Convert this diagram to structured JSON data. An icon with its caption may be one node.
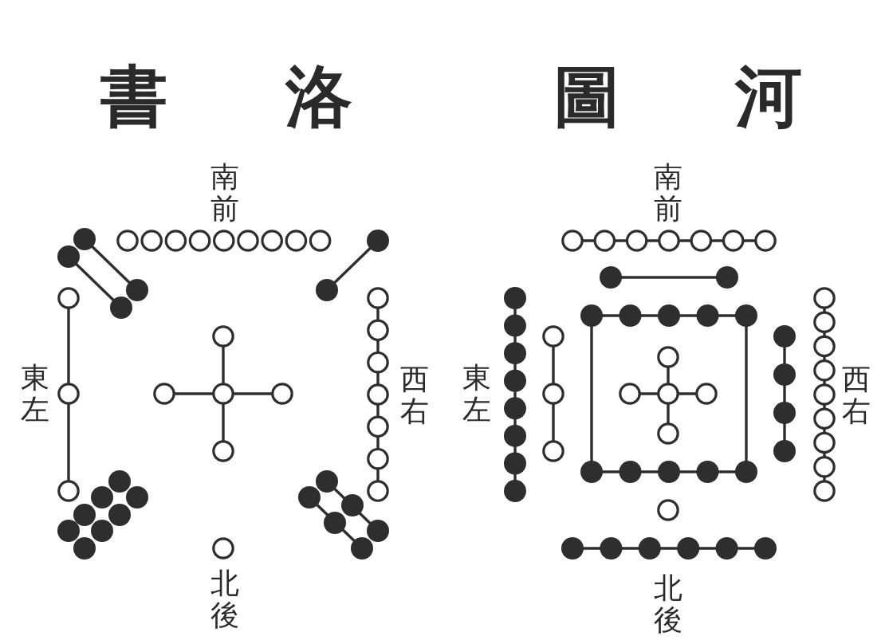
{
  "diagram": {
    "labels": [
      "書 洛",
      "圖 河",
      "南前",
      "南前",
      "東左",
      "西右",
      "東左",
      "西右",
      "北後",
      "北後"
    ]
  }
}
